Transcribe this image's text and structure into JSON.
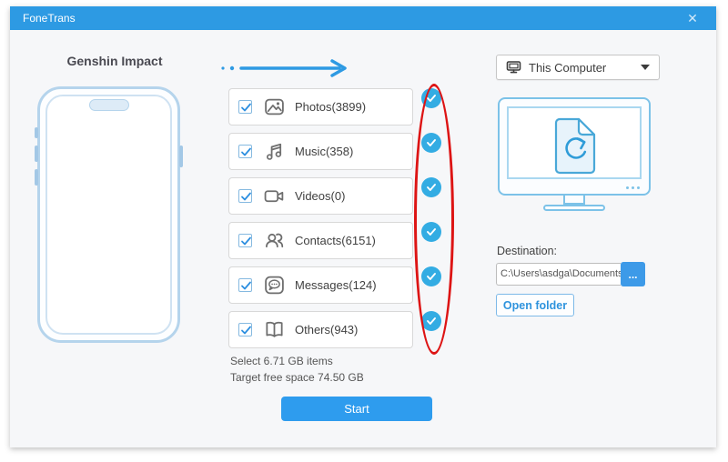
{
  "window": {
    "title": "FoneTrans",
    "close_glyph": "✕"
  },
  "device": {
    "name": "Genshin Impact"
  },
  "categories": [
    {
      "label": "Photos(3899)",
      "icon": "photos-icon",
      "checked": true,
      "transferred": true
    },
    {
      "label": "Music(358)",
      "icon": "music-icon",
      "checked": true,
      "transferred": true
    },
    {
      "label": "Videos(0)",
      "icon": "videos-icon",
      "checked": true,
      "transferred": true
    },
    {
      "label": "Contacts(6151)",
      "icon": "contacts-icon",
      "checked": true,
      "transferred": true
    },
    {
      "label": "Messages(124)",
      "icon": "messages-icon",
      "checked": true,
      "transferred": true
    },
    {
      "label": "Others(943)",
      "icon": "others-icon",
      "checked": true,
      "transferred": true
    }
  ],
  "summary": {
    "selected": "Select 6.71 GB items",
    "free_space": "Target free space 74.50 GB"
  },
  "start_button": {
    "label": "Start"
  },
  "target_selector": {
    "selected": "This Computer"
  },
  "destination": {
    "label": "Destination:",
    "path": "C:\\Users\\asdga\\Documents\\",
    "browse_label": "...",
    "open_folder_label": "Open folder"
  },
  "colors": {
    "titlebar": "#2d9ae3",
    "accent_blue": "#2e9cee",
    "done_circle": "#33ace3",
    "annotation_red": "#dd1414"
  }
}
